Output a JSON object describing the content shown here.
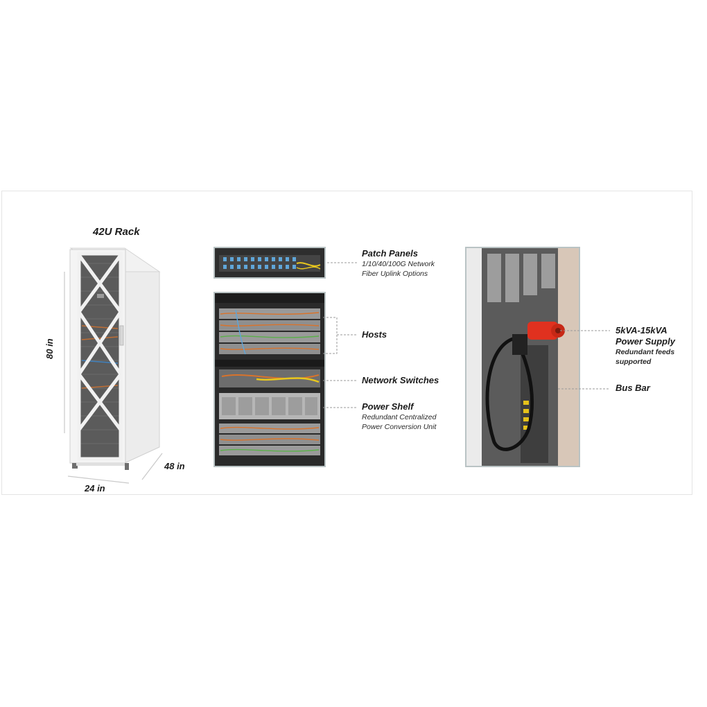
{
  "rack": {
    "title": "42U Rack",
    "height_label": "80 in",
    "width_label": "24 in",
    "depth_label": "48 in"
  },
  "callouts": {
    "patch_panels": {
      "title": "Patch Panels",
      "line1": "1/10/40/100G Network",
      "line2": "Fiber Uplink Options"
    },
    "hosts": {
      "title": "Hosts"
    },
    "network_switches": {
      "title": "Network Switches"
    },
    "power_shelf": {
      "title": "Power Shelf",
      "line1": "Redundant Centralized",
      "line2": "Power Conversion Unit"
    },
    "power_supply": {
      "title_line1": "5kVA-15kVA",
      "title_line2": "Power Supply",
      "line1": "Redundant feeds",
      "line2": "supported"
    },
    "bus_bar": {
      "title": "Bus Bar"
    }
  },
  "colors": {
    "frame": "#b9c3c4",
    "leader": "#9a9a9a",
    "plug": "#e0311f"
  }
}
